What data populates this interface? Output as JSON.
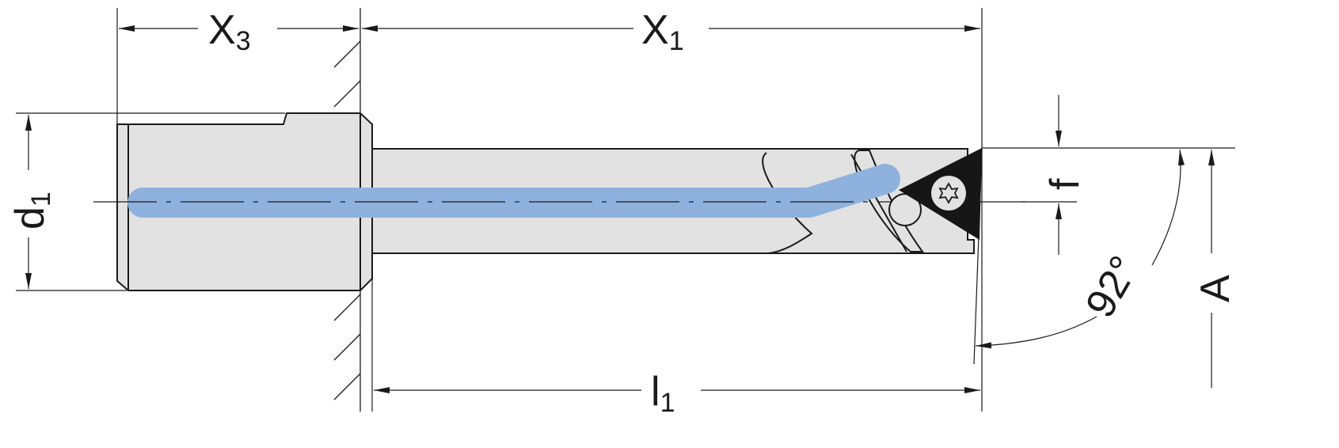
{
  "colors": {
    "body_fill": "#e2e2e2",
    "outline": "#1a1a1a",
    "coolant": "#8fb1de",
    "insert": "#161616"
  },
  "dimensions": {
    "x3": {
      "main": "X",
      "sub": "3"
    },
    "x1": {
      "main": "X",
      "sub": "1"
    },
    "d1": {
      "main": "d",
      "sub": "1"
    },
    "f": {
      "main": "f"
    },
    "angle": {
      "main": "92°"
    },
    "a": {
      "main": "A"
    },
    "l1": {
      "main": "l",
      "sub": "1"
    }
  }
}
